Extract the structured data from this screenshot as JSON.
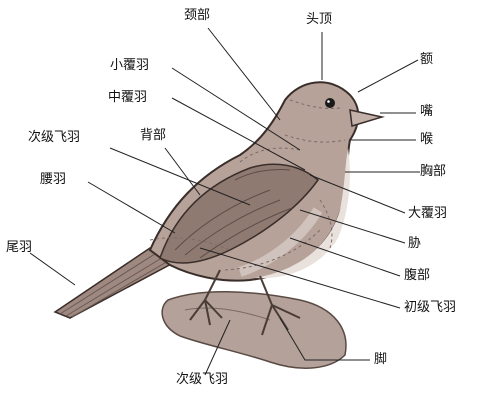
{
  "labels": {
    "neck": "颈部",
    "crown": "头顶",
    "forehead": "额",
    "lesser_coverts": "小覆羽",
    "median_coverts": "中覆羽",
    "beak": "嘴",
    "throat": "喉",
    "secondaries_left": "次级飞羽",
    "back": "背部",
    "breast": "胸部",
    "rump": "腰羽",
    "greater_coverts": "大覆羽",
    "flank": "胁",
    "tail": "尾羽",
    "belly": "腹部",
    "primaries": "初级飞羽",
    "foot": "脚",
    "secondaries_bottom": "次级飞羽"
  },
  "colors": {
    "body": "#b7a29a",
    "body_shadow": "#9e8880",
    "belly": "#e9e1dc",
    "wing": "#8f7a72",
    "beak": "#c4b1a9",
    "perch": "#b3a19a",
    "leader": "#222222"
  }
}
